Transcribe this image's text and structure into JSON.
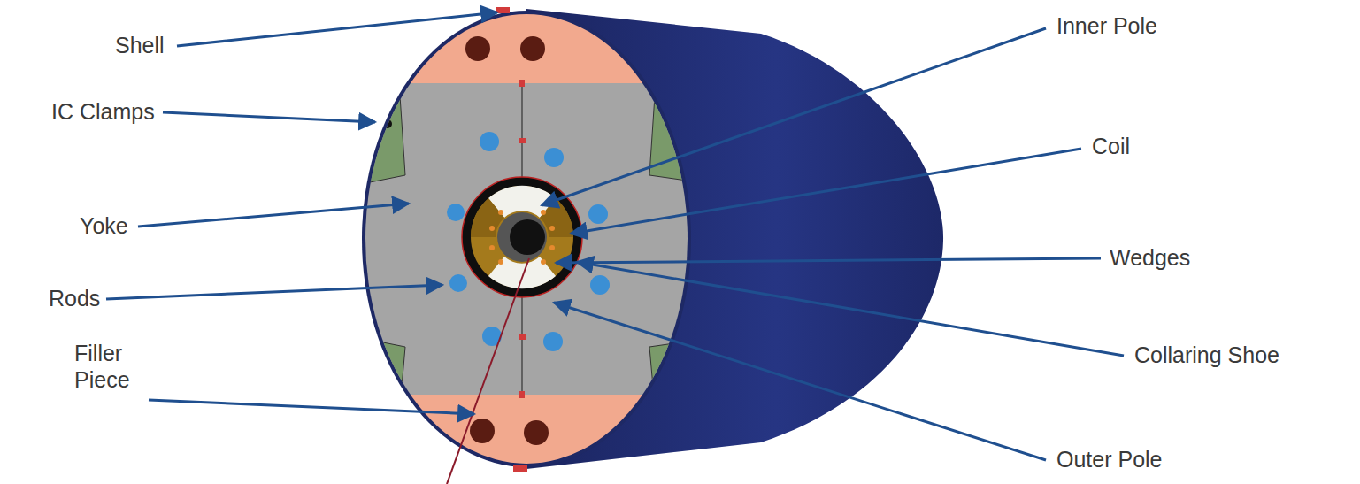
{
  "diagram": {
    "labels": [
      "Shell",
      "IC Clamps",
      "Yoke",
      "Rods",
      "Filler Piece",
      "Inner Pole",
      "Coil",
      "Wedges",
      "Collaring Shoe",
      "Outer Pole"
    ]
  }
}
